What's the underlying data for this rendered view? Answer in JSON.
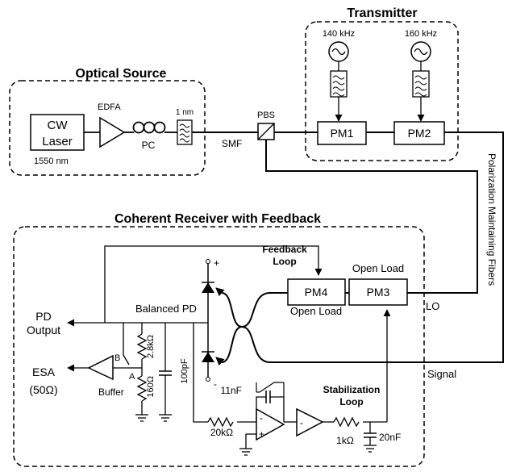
{
  "sections": {
    "transmitter": "Transmitter",
    "optical_source": "Optical Source",
    "coherent_receiver": "Coherent Receiver with Feedback"
  },
  "optical_source": {
    "laser": "CW",
    "laser_line2": "Laser",
    "wavelength": "1550 nm",
    "amplifier": "EDFA",
    "pol_controller": "PC",
    "filter_bw": "1 nm"
  },
  "link": {
    "fiber": "SMF",
    "splitter": "PBS",
    "pm_fibers": "Polarization Maintaining Fibers",
    "lo": "LO",
    "signal": "Signal"
  },
  "transmitter": {
    "freq1": "140 kHz",
    "freq2": "160 kHz",
    "mod1": "PM1",
    "mod2": "PM2"
  },
  "receiver": {
    "feedback_loop_l1": "Feedback",
    "feedback_loop_l2": "Loop",
    "pm4": "PM4",
    "pm3": "PM3",
    "open_load_top": "Open Load",
    "open_load_bottom": "Open Load",
    "balanced_pd": "Balanced PD",
    "plus": "+",
    "minus": "-",
    "pd_output_l1": "PD",
    "pd_output_l2": "Output",
    "esa_l1": "ESA",
    "esa_l2": "(50Ω)",
    "buffer": "Buffer",
    "switch_b": "B",
    "switch_a": "A",
    "r1": "2.8kΩ",
    "r2": "160Ω",
    "c1": "100pF",
    "c_int": "11nF",
    "r_int": "20kΩ",
    "stabilization_l1": "Stabilization",
    "stabilization_l2": "Loop",
    "r_filter": "1kΩ",
    "c_filter": "20nF",
    "opamp_minus": "-",
    "opamp_plus": "+",
    "buffer2_minus": "-"
  }
}
